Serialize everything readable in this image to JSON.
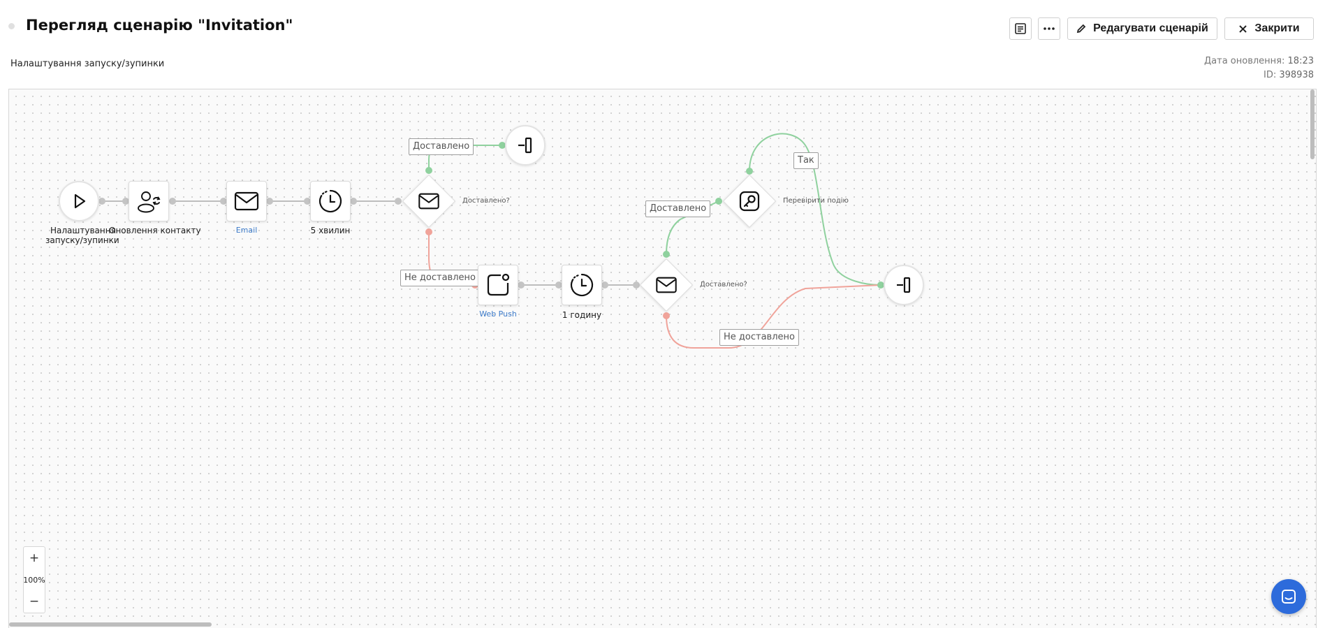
{
  "header": {
    "title": "Перегляд сценарію \"Invitation\"",
    "subtitle": "Налаштування запуску/зупинки",
    "updated_label": "Дата оновлення:",
    "updated_value": "18:23",
    "id_label": "ID:",
    "id_value": "398938"
  },
  "toolbar": {
    "edit_label": "Редагувати сценарій",
    "close_label": "Закрити"
  },
  "flow": {
    "nodes": {
      "start": {
        "label_line1": "Налаштування",
        "label_line2": "запуску/зупинки",
        "icon": "play-icon"
      },
      "contact_update": {
        "label": "Оновлення контакту",
        "icon": "contact-sync-icon"
      },
      "email": {
        "label": "Email",
        "icon": "mail-icon"
      },
      "wait_5min": {
        "label": "5 хвилин",
        "icon": "timer-icon"
      },
      "check_delivered_1": {
        "label": "Доставлено?",
        "icon": "mail-icon"
      },
      "exit_1": {
        "icon": "exit-icon"
      },
      "webpush": {
        "label": "Web Push",
        "icon": "web-push-icon"
      },
      "wait_1h": {
        "label": "1 годину",
        "icon": "timer-icon"
      },
      "check_delivered_2": {
        "label": "Доставлено?",
        "icon": "mail-icon"
      },
      "check_event": {
        "label": "Перевірити подію",
        "icon": "key-icon"
      },
      "exit_2": {
        "icon": "exit-icon"
      }
    },
    "edge_labels": {
      "delivered_1": "Доставлено",
      "not_delivered_1": "Не доставлено",
      "delivered_2": "Доставлено",
      "not_delivered_2": "Не доставлено",
      "yes": "Так"
    }
  },
  "zoom": {
    "plus": "+",
    "level": "100%",
    "minus": "−"
  },
  "colors": {
    "success": "#8fd19e",
    "fail": "#f0a39a",
    "connector": "#bdbdbd",
    "accent": "#2d6bdb"
  }
}
